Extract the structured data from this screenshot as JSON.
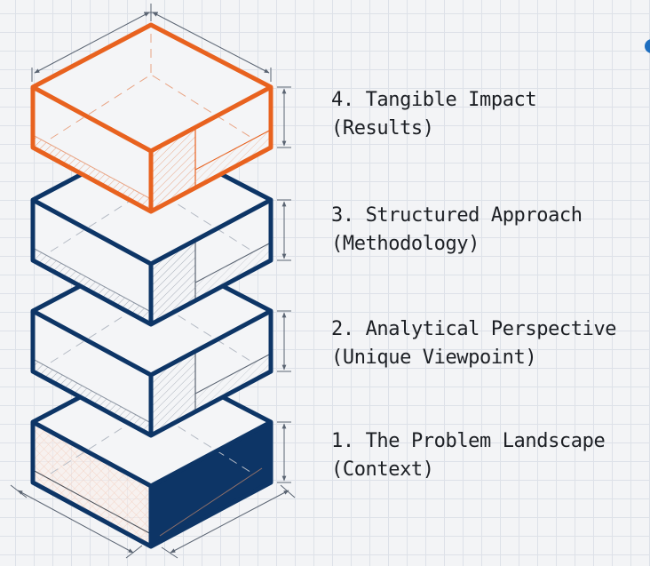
{
  "colors": {
    "accent": "#e8621f",
    "primary": "#0d3566",
    "dimension": "#5a6472",
    "hatch_light": "#e9a585"
  },
  "layers": [
    {
      "number": "4.",
      "title": "Tangible Impact",
      "subtitle": "(Results)",
      "color": "#e8621f",
      "style": "outline-highlight"
    },
    {
      "number": "3.",
      "title": "Structured Approach",
      "subtitle": "(Methodology)",
      "color": "#0d3566",
      "style": "outline"
    },
    {
      "number": "2.",
      "title": "Analytical Perspective",
      "subtitle": "(Unique Viewpoint)",
      "color": "#0d3566",
      "style": "outline"
    },
    {
      "number": "1.",
      "title": "The Problem Landscape",
      "subtitle": "(Context)",
      "color": "#0d3566",
      "style": "foundation-filled"
    }
  ]
}
